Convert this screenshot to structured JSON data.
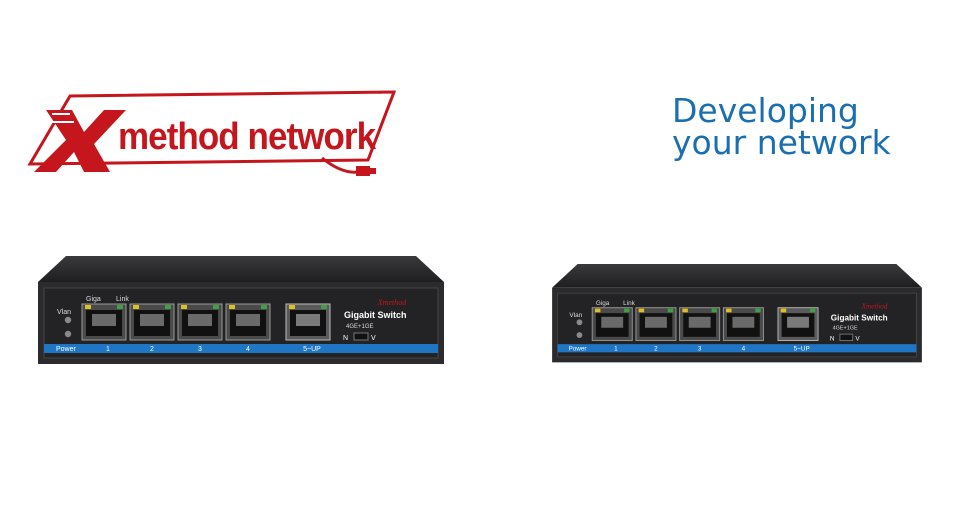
{
  "logo": {
    "brand": "Xmethod network",
    "x_letter": "X",
    "rest": "method network",
    "color": "#c4161c"
  },
  "tagline": {
    "line1": "Developing",
    "line2": "your network",
    "color": "#1b6fb0"
  },
  "switch": {
    "model_label": "Gigabit  Switch",
    "model_sub": "4GE+1GE",
    "led_labels": {
      "vlan": "Vlan",
      "giga": "Giga",
      "link": "Link",
      "power": "Power"
    },
    "port_labels": [
      "1",
      "2",
      "3",
      "4",
      "5~UP"
    ],
    "toggle": {
      "left": "N",
      "right": "V"
    },
    "body_color": "#2b2b2d",
    "stripe_color": "#1f76c4"
  }
}
